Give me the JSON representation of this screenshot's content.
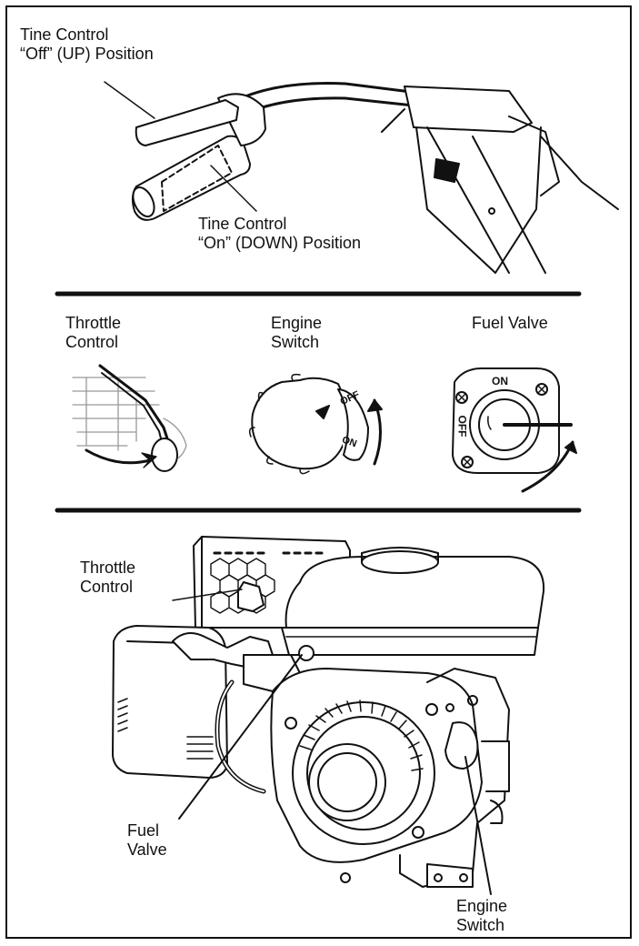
{
  "panel_top": {
    "tine_off": {
      "line1": "Tine Control",
      "line2": "“Off” (UP) Position"
    },
    "tine_on": {
      "line1": "Tine Control",
      "line2": "“On” (DOWN) Position"
    }
  },
  "panel_middle": {
    "throttle": {
      "line1": "Throttle",
      "line2": "Control"
    },
    "engine_switch": {
      "line1": "Engine",
      "line2": "Switch",
      "off": "OFF",
      "on": "ON"
    },
    "fuel_valve": {
      "label": "Fuel Valve",
      "on": "ON",
      "off": "OFF"
    }
  },
  "panel_bottom": {
    "throttle": {
      "line1": "Throttle",
      "line2": "Control"
    },
    "fuel_valve": {
      "line1": "Fuel",
      "line2": "Valve"
    },
    "engine_switch": {
      "line1": "Engine",
      "line2": "Switch"
    }
  }
}
